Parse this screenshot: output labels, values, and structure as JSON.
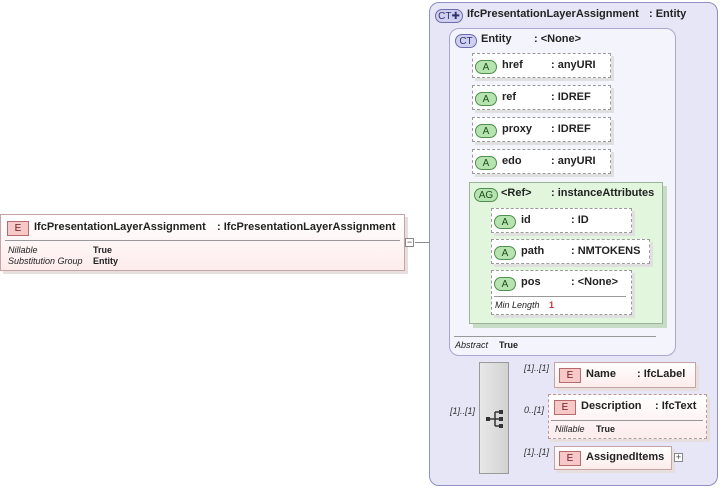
{
  "root": {
    "badge": "E",
    "name": "IfcPresentationLayerAssignment",
    "type": ": IfcPresentationLayerAssignment",
    "props": [
      {
        "label": "Nillable",
        "value": "True"
      },
      {
        "label": "Substitution Group",
        "value": "Entity"
      }
    ],
    "toggle": "−"
  },
  "complex_type": {
    "badge": "CT✚",
    "name": "IfcPresentationLayerAssignment",
    "type": ": Entity"
  },
  "entity": {
    "badge": "CT",
    "name": "Entity",
    "type": ": <None>",
    "abstract_label": "Abstract",
    "abstract_value": "True"
  },
  "attributes": [
    {
      "badge": "A",
      "name": "href",
      "type": ": anyURI"
    },
    {
      "badge": "A",
      "name": "ref",
      "type": ": IDREF"
    },
    {
      "badge": "A",
      "name": "proxy",
      "type": ": IDREF"
    },
    {
      "badge": "A",
      "name": "edo",
      "type": ": anyURI"
    }
  ],
  "attribute_group": {
    "badge": "AG",
    "name": "<Ref>",
    "type": ": instanceAttributes",
    "attributes": [
      {
        "badge": "A",
        "name": "id",
        "type": ": ID"
      },
      {
        "badge": "A",
        "name": "path",
        "type": ": NMTOKENS"
      },
      {
        "badge": "A",
        "name": "pos",
        "type": ": <None>",
        "prop_label": "Min Length",
        "prop_value": "1"
      }
    ]
  },
  "sequence": {
    "occurrence": "[1]..[1]",
    "children": [
      {
        "badge": "E",
        "name": "Name",
        "type": ": IfcLabel",
        "occurrence": "[1]..[1]"
      },
      {
        "badge": "E",
        "name": "Description",
        "type": ": IfcText",
        "occurrence": "0..[1]",
        "prop_label": "Nillable",
        "prop_value": "True"
      },
      {
        "badge": "E",
        "name": "AssignedItems",
        "type": "",
        "occurrence": "[1]..[1]",
        "toggle": "+"
      }
    ]
  }
}
